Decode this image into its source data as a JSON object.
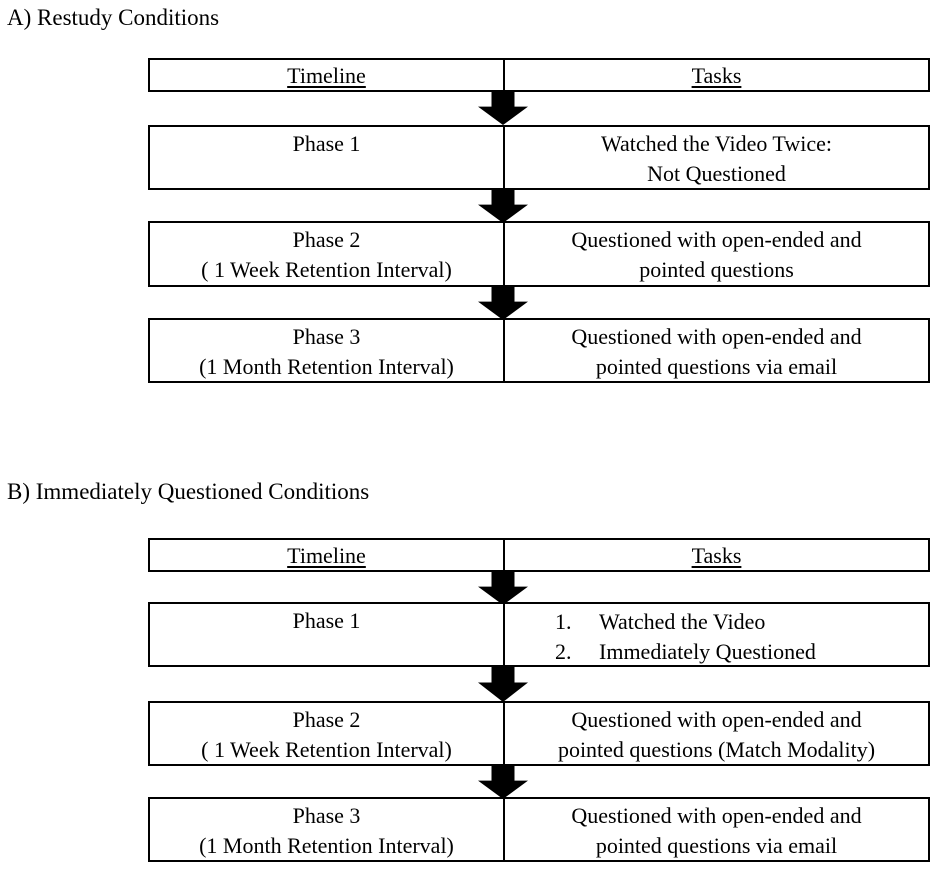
{
  "colors": {
    "background": "#ffffff",
    "text": "#000000",
    "border": "#000000",
    "arrow": "#000000"
  },
  "sections": [
    {
      "title": "A) Restudy Conditions",
      "header": {
        "timeline_label": "Timeline",
        "tasks_label": "Tasks"
      },
      "rows": [
        {
          "timeline_lines": [
            "Phase 1"
          ],
          "task_lines": [
            "Watched the Video Twice:",
            "Not Questioned"
          ]
        },
        {
          "timeline_lines": [
            "Phase 2",
            "( 1 Week Retention Interval)"
          ],
          "task_lines": [
            "Questioned with open-ended and",
            "pointed questions"
          ]
        },
        {
          "timeline_lines": [
            "Phase 3",
            "(1 Month Retention Interval)"
          ],
          "task_lines": [
            "Questioned with open-ended and",
            "pointed questions via email"
          ]
        }
      ]
    },
    {
      "title": "B) Immediately Questioned Conditions",
      "header": {
        "timeline_label": "Timeline",
        "tasks_label": "Tasks"
      },
      "rows": [
        {
          "timeline_lines": [
            "Phase 1"
          ],
          "task_list": [
            {
              "num": "1.",
              "text": "Watched the Video"
            },
            {
              "num": "2.",
              "text": "Immediately Questioned"
            }
          ]
        },
        {
          "timeline_lines": [
            "Phase 2",
            "( 1 Week Retention Interval)"
          ],
          "task_lines": [
            "Questioned with open-ended and",
            "pointed questions (Match Modality)"
          ]
        },
        {
          "timeline_lines": [
            "Phase 3",
            "(1 Month Retention Interval)"
          ],
          "task_lines": [
            "Questioned with open-ended and",
            "pointed questions via email"
          ]
        }
      ]
    }
  ]
}
